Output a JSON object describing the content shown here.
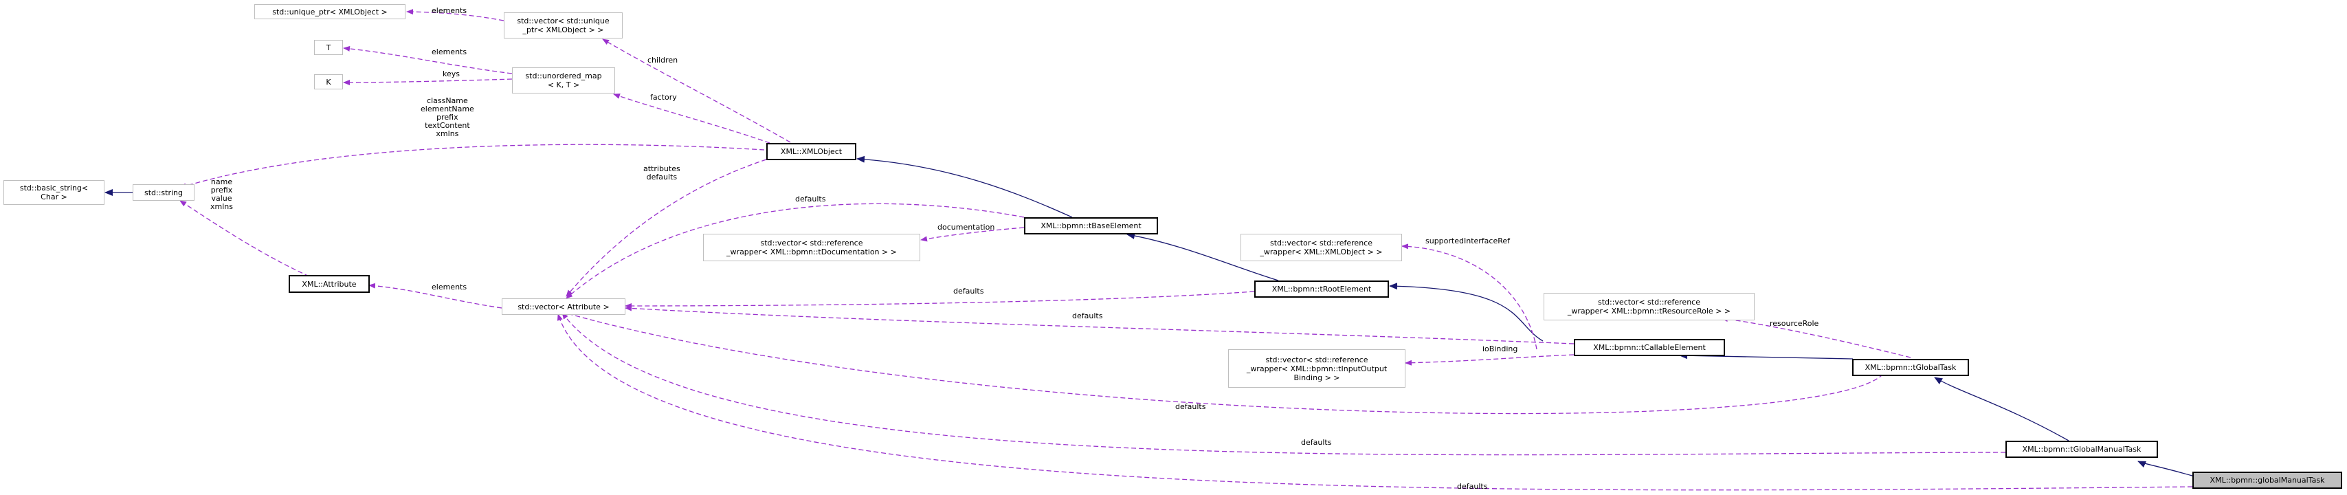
{
  "colors": {
    "inheritance": "#191970",
    "usage": "#9a32cd",
    "box_border": "#bfbfbf",
    "highlight": "#bfbfbf"
  },
  "nodes": {
    "unique_ptr": "std::unique_ptr< XMLObject >",
    "vector_unique_ptr": "std::vector< std::unique\n_ptr< XMLObject > >",
    "t": "T",
    "k": "K",
    "unordered_map": "std::unordered_map\n< K, T >",
    "basic_string": "std::basic_string<\nChar >",
    "string": "std::string",
    "xml_object": "XML::XMLObject",
    "xml_attribute": "XML::Attribute",
    "vector_attribute": "std::vector< Attribute >",
    "t_base_element": "XML::bpmn::tBaseElement",
    "vector_documentation": "std::vector< std::reference\n_wrapper< XML::bpmn::tDocumentation > >",
    "vector_xmlobject_ref": "std::vector< std::reference\n_wrapper< XML::XMLObject > >",
    "t_root_element": "XML::bpmn::tRootElement",
    "vector_resource_role": "std::vector< std::reference\n_wrapper< XML::bpmn::tResourceRole > >",
    "t_callable_element": "XML::bpmn::tCallableElement",
    "vector_io_binding": "std::vector< std::reference\n_wrapper< XML::bpmn::tInputOutput\nBinding > >",
    "t_global_task": "XML::bpmn::tGlobalTask",
    "t_global_manual_task": "XML::bpmn::tGlobalManualTask",
    "global_manual_task": "XML::bpmn::globalManualTask"
  },
  "edge_labels": {
    "elements_1": "elements",
    "children": "children",
    "elements_2": "elements",
    "keys": "keys",
    "factory": "factory",
    "string_members_1": "className\nelementName\nprefix\ntextContent\nxmlns",
    "string_members_2": "name\nprefix\nvalue\nxmlns",
    "attributes_defaults": "attributes\ndefaults",
    "defaults_base": "defaults",
    "documentation": "documentation",
    "elements_3": "elements",
    "defaults_root": "defaults",
    "supported_interface_ref": "supportedInterfaceRef",
    "defaults_callable": "defaults",
    "io_binding": "ioBinding",
    "resource_role": "resourceRole",
    "defaults_global_task": "defaults",
    "defaults_global_manual_task": "defaults",
    "defaults_manual": "defaults"
  }
}
